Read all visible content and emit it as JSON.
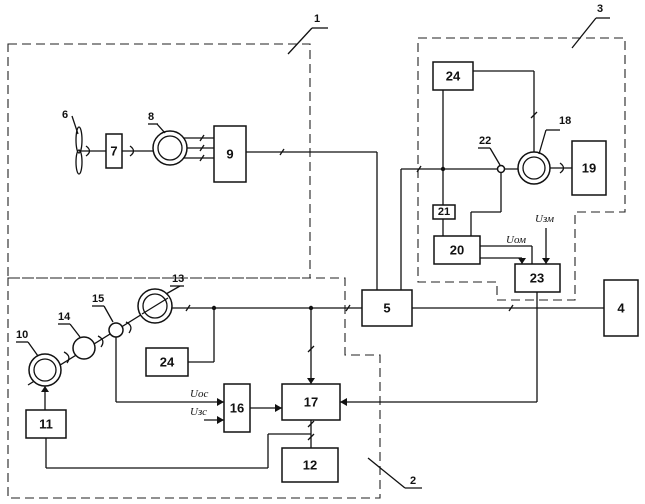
{
  "blocks": {
    "b4_right": "4",
    "b5": "5",
    "b7": "7",
    "b9": "9",
    "b11": "11",
    "b12": "12",
    "b16": "16",
    "b17": "17",
    "b19": "19",
    "b20": "20",
    "b21": "21",
    "b23": "23",
    "b24_top": "24",
    "b24_bottom": "24"
  },
  "zones": {
    "z1": "1",
    "z2": "2",
    "z3": "3"
  },
  "callouts": {
    "c6": "6",
    "c8": "8",
    "c10": "10",
    "c13": "13",
    "c14": "14",
    "c15": "15",
    "c18": "18",
    "c22": "22"
  },
  "signals": {
    "u_zm": "Uзм",
    "u_om": "Uом",
    "u_os": "Uос",
    "u_zs": "Uзс"
  }
}
